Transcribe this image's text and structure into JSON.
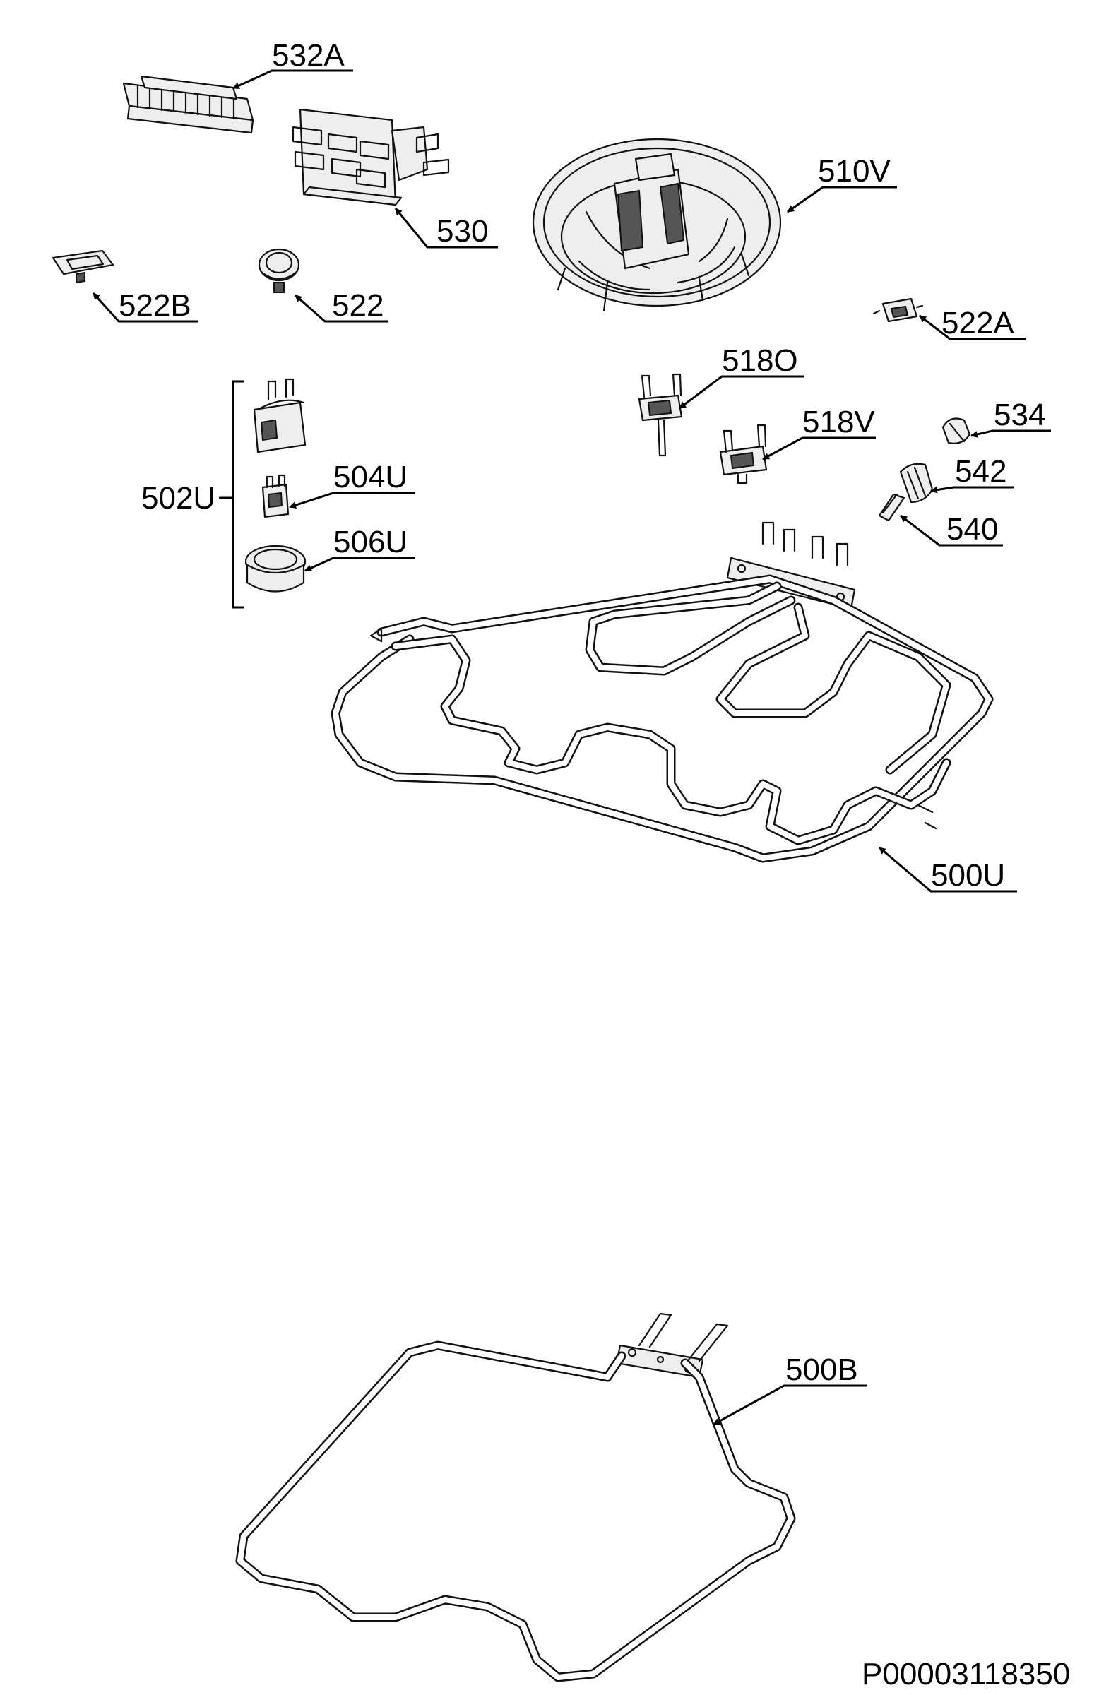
{
  "labels": {
    "l532a": "532A",
    "l530": "530",
    "l510v": "510V",
    "l522b": "522B",
    "l522": "522",
    "l522a": "522A",
    "l518o": "518O",
    "l518v": "518V",
    "l534": "534",
    "l542": "542",
    "l540": "540",
    "l502u": "502U",
    "l504u": "504U",
    "l506u": "506U",
    "l500u": "500U",
    "l500b": "500B"
  },
  "footer": {
    "drawing_number": "P00003118350"
  }
}
